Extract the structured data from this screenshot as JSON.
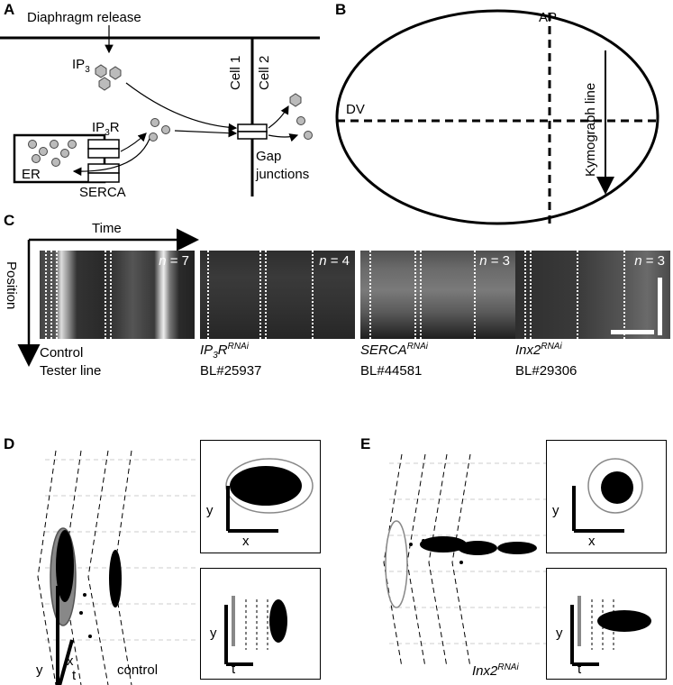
{
  "panels": {
    "A": {
      "letter": "A",
      "diaphragm": "Diaphragm release",
      "ip3": "IP",
      "ip3_sub": "3",
      "ip3r": "IP",
      "ip3r_sub": "3",
      "ip3r_tail": "R",
      "er": "ER",
      "serca": "SERCA",
      "cell1": "Cell 1",
      "cell2": "Cell 2",
      "gap": "Gap",
      "junctions": "junctions"
    },
    "B": {
      "letter": "B",
      "ap": "AP",
      "dv": "DV",
      "kymograph": "Kymograph line"
    },
    "C": {
      "letter": "C",
      "time": "Time",
      "position": "Position",
      "kymographs": [
        {
          "n_label": "n",
          "n_eq": " = 7",
          "name": "Control",
          "line2": "Tester line",
          "sup": ""
        },
        {
          "n_label": "n",
          "n_eq": " = 4",
          "name": "IP",
          "name_sub": "3",
          "name_tail": "R",
          "sup": "RNAi",
          "line2": "BL#25937"
        },
        {
          "n_label": "n",
          "n_eq": " = 3",
          "name": "SERCA",
          "sup": "RNAi",
          "line2": "BL#44581"
        },
        {
          "n_label": "n",
          "n_eq": " = 3",
          "name": "Inx2",
          "sup": "RNAi",
          "line2": "BL#29306"
        }
      ]
    },
    "D": {
      "letter": "D",
      "axis_y": "y",
      "axis_x": "x",
      "axis_t": "t",
      "caption": "control",
      "inset_top": {
        "y": "y",
        "x": "x"
      },
      "inset_bottom": {
        "y": "y",
        "t": "t"
      }
    },
    "E": {
      "letter": "E",
      "caption": "Inx2",
      "caption_sup": "RNAi",
      "inset_top": {
        "y": "y",
        "x": "x"
      },
      "inset_bottom": {
        "y": "y",
        "t": "t"
      }
    }
  }
}
